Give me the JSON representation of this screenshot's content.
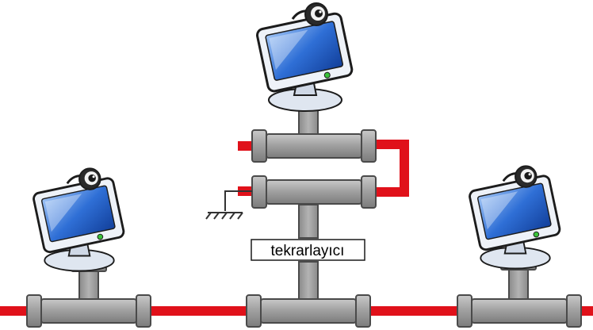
{
  "diagram": {
    "repeater_label": "tekrarlayıcı",
    "colors": {
      "cable": "#e0111a",
      "pipe_fill": "#a2a2a2",
      "pipe_stroke": "#4a4a4a",
      "screen_blue": "#2f6fd6",
      "monitor_frame": "#eef2f8"
    },
    "nodes": [
      {
        "name": "computer-left",
        "role": "workstation"
      },
      {
        "name": "computer-top",
        "role": "workstation"
      },
      {
        "name": "computer-right",
        "role": "workstation"
      },
      {
        "name": "repeater",
        "role": "repeater"
      }
    ]
  }
}
